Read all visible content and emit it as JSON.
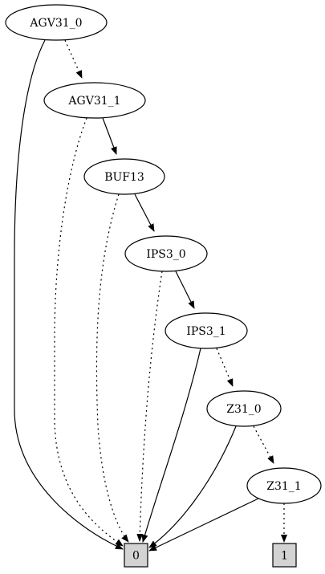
{
  "diagram": {
    "nodes": [
      {
        "id": "AGV31_0",
        "label": "AGV31_0",
        "shape": "ellipse"
      },
      {
        "id": "AGV31_1",
        "label": "AGV31_1",
        "shape": "ellipse"
      },
      {
        "id": "BUF13",
        "label": "BUF13",
        "shape": "ellipse"
      },
      {
        "id": "IPS3_0",
        "label": "IPS3_0",
        "shape": "ellipse"
      },
      {
        "id": "IPS3_1",
        "label": "IPS3_1",
        "shape": "ellipse"
      },
      {
        "id": "Z31_0",
        "label": "Z31_0",
        "shape": "ellipse"
      },
      {
        "id": "Z31_1",
        "label": "Z31_1",
        "shape": "ellipse"
      },
      {
        "id": "T0",
        "label": "0",
        "shape": "box"
      },
      {
        "id": "T1",
        "label": "1",
        "shape": "box"
      }
    ],
    "edges": [
      {
        "from": "AGV31_0",
        "to": "AGV31_1",
        "style": "dotted"
      },
      {
        "from": "AGV31_0",
        "to": "T0",
        "style": "solid"
      },
      {
        "from": "AGV31_1",
        "to": "BUF13",
        "style": "solid"
      },
      {
        "from": "AGV31_1",
        "to": "T0",
        "style": "dotted"
      },
      {
        "from": "BUF13",
        "to": "IPS3_0",
        "style": "solid"
      },
      {
        "from": "BUF13",
        "to": "T0",
        "style": "dotted"
      },
      {
        "from": "IPS3_0",
        "to": "IPS3_1",
        "style": "solid"
      },
      {
        "from": "IPS3_0",
        "to": "T0",
        "style": "dotted"
      },
      {
        "from": "IPS3_1",
        "to": "Z31_0",
        "style": "dotted"
      },
      {
        "from": "IPS3_1",
        "to": "T0",
        "style": "solid"
      },
      {
        "from": "Z31_0",
        "to": "Z31_1",
        "style": "dotted"
      },
      {
        "from": "Z31_0",
        "to": "T0",
        "style": "solid"
      },
      {
        "from": "Z31_1",
        "to": "T0",
        "style": "solid"
      },
      {
        "from": "Z31_1",
        "to": "T1",
        "style": "dotted"
      }
    ]
  },
  "colors": {
    "stroke": "#000000",
    "ellipse_fill": "#ffffff",
    "box_fill": "#d3d3d3",
    "background": "#ffffff"
  }
}
